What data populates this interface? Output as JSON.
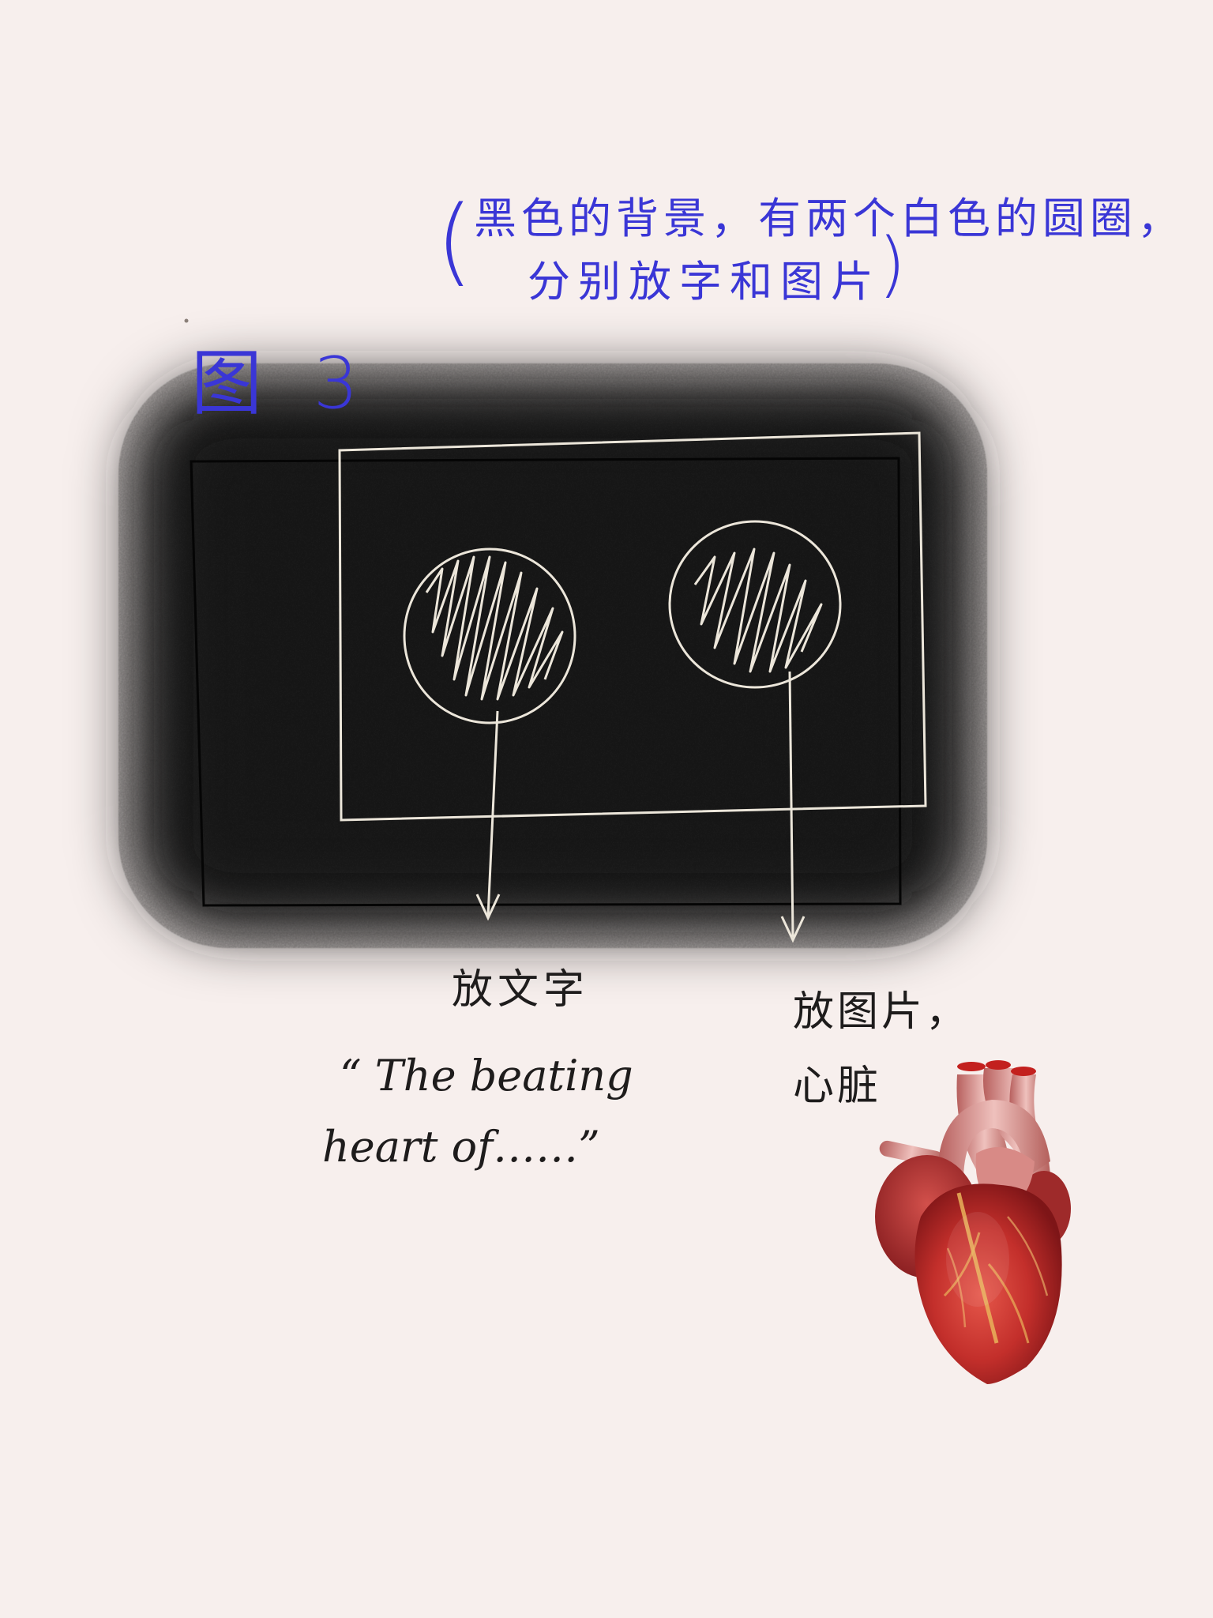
{
  "note": {
    "open_paren": "(",
    "line1": "黑色的背景，有两个白色的圆圈，",
    "line2": "分别放字和图片",
    "close_paren": ")"
  },
  "figure": {
    "label": "图 3"
  },
  "left_target": {
    "label": "放文字",
    "quote_line1": "“ The beating",
    "quote_line2": "heart of……”"
  },
  "right_target": {
    "label": "放图片，",
    "sub_label": "心脏",
    "image": "anatomical-heart-illustration"
  },
  "colors": {
    "paper": "#f7efed",
    "blue_ink": "#3a36d6",
    "black_ink": "#1e1c1c",
    "charcoal": "#1a1a1a",
    "chalk": "#e8e2d6",
    "heart_red": "#c9302c"
  }
}
